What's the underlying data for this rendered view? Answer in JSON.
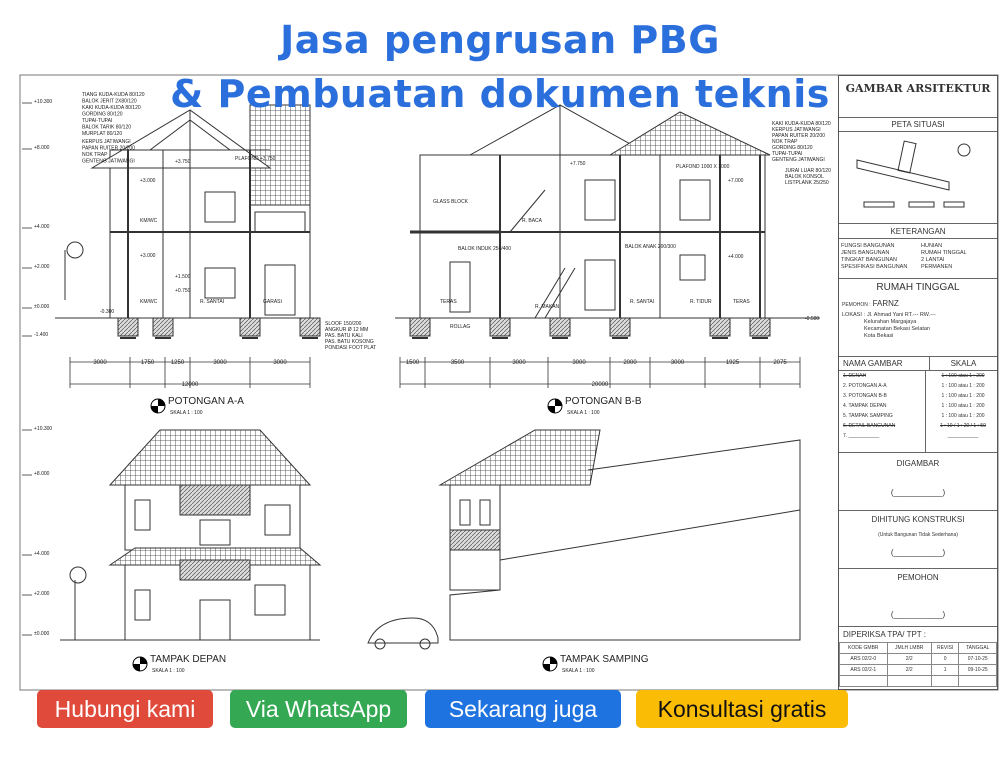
{
  "headline": {
    "line1": "Jasa pengrusan PBG",
    "line2": "& Pembuatan dokumen teknis",
    "color": "#2b6fdc"
  },
  "drawings": {
    "levels": [
      "+10.300",
      "+8.000",
      "+4.000",
      "+2.000",
      "±0.000",
      "-1.400"
    ],
    "section_a": {
      "title": "POTONGAN A-A",
      "scale": "SKALA 1 : 100",
      "dims": [
        "3000",
        "1750",
        "1250",
        "3000",
        "3000"
      ],
      "total": "12000",
      "notes_left": [
        "TIANG KUDA-KUDA 80/120",
        "BALOK JERIT 2X80/120",
        "KAKI KUDA-KUDA 80/120",
        "GORDING 80/120",
        "TUPAI-TUPAI",
        "BALOK TARIK 80/120",
        "MURPLAT 80/120"
      ],
      "notes_top": [
        "KERPUS JATIWANGI",
        "PAPAN RUITER 20/200",
        "NOK TRAP",
        "GENTENG JATIWANGI"
      ],
      "notes_right": [
        "SLOOF 150/200",
        "ANGKUR Ø 12 MM",
        "PAS. BATU KALI",
        "PAS. BATU KOSONG",
        "PONDASI FOOT PLAT"
      ],
      "rooms": [
        "KM/WC",
        "KM/WC",
        "R. SANTAI",
        "GARASI",
        "PLAFOND +3.750",
        "+3.750",
        "+3.000",
        "+3.000",
        "+1.500",
        "+0.750",
        "-0.300"
      ]
    },
    "section_b": {
      "title": "POTONGAN B-B",
      "scale": "SKALA 1 : 100",
      "dims": [
        "1500",
        "3500",
        "3000",
        "3000",
        "2000",
        "3000",
        "1925",
        "2075"
      ],
      "total": "20000",
      "notes_top": [
        "KAKI KUDA-KUDA 80/120",
        "KERPUS JATIWANGI",
        "PAPAN RUITER 20/200",
        "NOK TRAP",
        "GORDING 80/120",
        "TUPAI-TUPAI",
        "GENTENG JATIWANGI"
      ],
      "notes_right": [
        "JURAI LUAR 80/120",
        "BALOK KONSOL",
        "LISTPLANK 25/250"
      ],
      "rooms": [
        "GLASS BLOCK",
        "BALOK INDUK 250/400",
        "BALOK ANAK 200/300",
        "R. BACA",
        "R. MAKAN",
        "R. SANTAI",
        "R. TIDUR",
        "TERAS",
        "TERAS",
        "ROLLAG",
        "PLAFOND 1000 X 1000",
        "+7.750",
        "+7.000",
        "+4.000",
        "-0.500"
      ]
    },
    "front": {
      "title": "TAMPAK DEPAN",
      "scale": "SKALA 1 : 100"
    },
    "side": {
      "title": "TAMPAK SAMPING",
      "scale": "SKALA 1 : 100"
    }
  },
  "title_block": {
    "header": "GAMBAR ARSITEKTUR",
    "site": "PETA SITUASI",
    "notes_header": "KETERANGAN",
    "notes": [
      [
        "FUNGSI BANGUNAN",
        "HUNIAN"
      ],
      [
        "JENIS BANGUNAN",
        "RUMAH TINGGAL"
      ],
      [
        "TINGKAT BANGUNAN",
        "2 LANTAI"
      ],
      [
        "SPESIFIKASI BANGUNAN",
        "PERMANEN"
      ]
    ],
    "project": "RUMAH TINGGAL",
    "owner_label": "PEMOHON :",
    "owner": "FARNZ",
    "location_label": "LOKASI",
    "location_lines": [
      ": Jl. Ahmad Yani RT.--- RW.---",
      "Kelurahan Margajaya",
      "Kecamatan Bekasi Selatan",
      "Kota Bekasi"
    ],
    "sheet_header": "NAMA GAMBAR",
    "scale_header": "SKALA",
    "sheets": [
      [
        "1. DENAH",
        "1 : 100 atau 1 : 200"
      ],
      [
        "2. POTONGAN A-A",
        "1 : 100 atau 1 : 200"
      ],
      [
        "3. POTONGAN B-B",
        "1 : 100 atau 1 : 200"
      ],
      [
        "4. TAMPAK DEPAN",
        "1 : 100 atau 1 : 200"
      ],
      [
        "5. TAMPAK SAMPING",
        "1 : 100 atau 1 : 200"
      ],
      [
        "6. DETAIL BANGUNAN",
        "1 : 10 / 1 : 20 / 1 : 50"
      ],
      [
        "7. ___________",
        "___________"
      ]
    ],
    "drawn": "DIGAMBAR",
    "blank": "(___________)",
    "calc": "DIHITUNG KONSTRUKSI",
    "calc_note": "(Untuk Bangunan Tidak Sederhana)",
    "applicant": "PEMOHON",
    "checked": "DIPERIKSA TPA/ TPT :",
    "table_headers": [
      "KODE GMBR",
      "JMLH LMBR",
      "REVISI",
      "TANGGAL"
    ],
    "table_rows": [
      [
        "ARS 02/2-0",
        "2/2",
        "0",
        "07-10-25"
      ],
      [
        "ARS 02/2-1",
        "2/2",
        "1",
        "09-10-25"
      ]
    ]
  },
  "buttons": [
    {
      "label": "Hubungi kami",
      "color": "#e04a3b"
    },
    {
      "label": "Via WhatsApp",
      "color": "#34a853"
    },
    {
      "label": "Sekarang juga",
      "color": "#1f73e0"
    },
    {
      "label": "Konsultasi gratis",
      "color": "#fbbc05"
    }
  ]
}
